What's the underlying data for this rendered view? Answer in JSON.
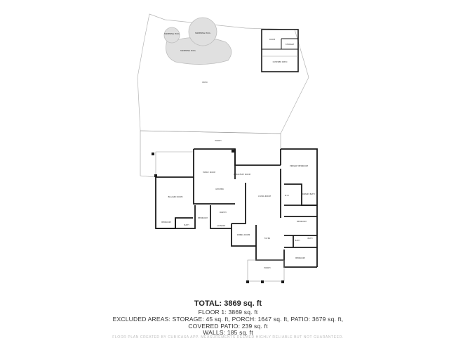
{
  "rooms": {
    "swimming_pool_a": "SWIMMING POOL",
    "swimming_pool_b": "SWIMMING POOL",
    "swimming_pool_c": "SWIMMING POOL",
    "patio": "PATIO",
    "room_out": "ROOM",
    "storage": "STORAGE",
    "covered_patio": "COVERED PATIO",
    "porch": "PORCH",
    "family_room": "FAMILY ROOM",
    "breakfast_room": "BREAKFAST ROOM",
    "primary_bedroom": "PRIMARY BEDROOM",
    "kitchen": "KITCHEN",
    "living_room": "LIVING ROOM",
    "wic": "W.I.C",
    "primary_bath": "PRIMARY BATH",
    "billiard_room": "BILLIARD ROOM",
    "pantry": "PANTRY",
    "bedroom_1": "BEDROOM",
    "bath_1": "BATH",
    "laundry": "LAUNDRY",
    "bedroom_2": "BEDROOM",
    "dining_room": "DINING ROOM",
    "foyer": "FOYER",
    "bedroom_3": "BEDROOM",
    "bath_2": "BATH",
    "bath_3": "BATH",
    "bedroom_4": "BEDROOM",
    "porch_front": "PORCH"
  },
  "summary": {
    "total": "TOTAL: 3869 sq. ft",
    "floor1": "FLOOR 1: 3869 sq. ft",
    "excluded": "EXCLUDED AREAS: STORAGE: 45 sq. ft, PORCH: 1647 sq. ft, PATIO: 3679 sq. ft,",
    "covered_patio": "COVERED PATIO: 239 sq. ft",
    "walls": "WALLS: 185 sq. ft"
  },
  "disclaimer": "FLOOR PLAN CREATED BY CUBICASA APP. MEASUREMENTS DEEMED HIGHLY RELIABLE BUT NOT GUARANTEED.",
  "colors": {
    "wall": "#1a1a1a",
    "thin": "#9a9a9a",
    "pool": "#e0e0e0",
    "pool_edge": "#bdbdbd"
  }
}
